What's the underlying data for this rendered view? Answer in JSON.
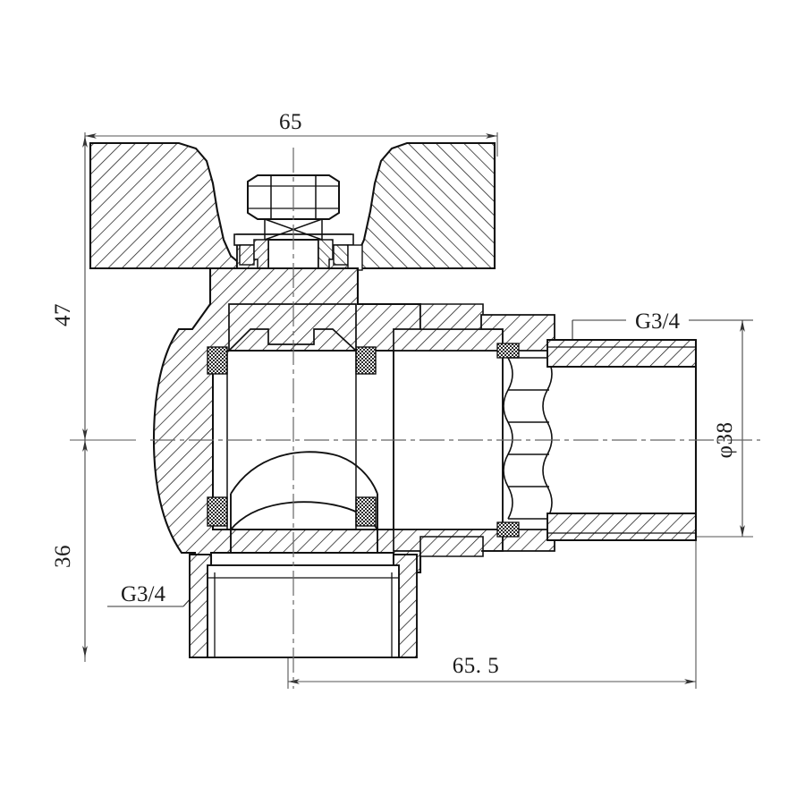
{
  "drawing": {
    "title": "Angle Ball Valve with Butterfly Handle",
    "type": "cross-section-assembly",
    "background_color": "#ffffff",
    "object_line_color": "#111111",
    "dimension_line_color": "#555555",
    "hatch_color": "#222222",
    "seal_fill_color": "#3a3a3a"
  },
  "dimensions": {
    "handle_width": {
      "value": "65",
      "orientation": "horizontal",
      "position": "top",
      "unit_implied": "mm"
    },
    "height_above_axis": {
      "value": "47",
      "orientation": "vertical-rotated",
      "position": "left-upper",
      "unit_implied": "mm"
    },
    "height_below_axis": {
      "value": "36",
      "orientation": "vertical-rotated",
      "position": "left-lower",
      "unit_implied": "mm"
    },
    "outlet_length": {
      "value": "65. 5",
      "orientation": "horizontal",
      "position": "bottom",
      "unit_implied": "mm"
    },
    "outlet_diameter": {
      "value": "φ38",
      "orientation": "vertical-rotated",
      "position": "right",
      "unit_implied": "mm"
    }
  },
  "labels": {
    "thread_outlet_right": {
      "text": "G3/4",
      "points_to": "right-horizontal-male-thread"
    },
    "thread_outlet_bottom": {
      "text": "G3/4",
      "points_to": "bottom-vertical-male-thread"
    }
  },
  "components": [
    {
      "name": "butterfly-handle-left-wing",
      "kind": "hatched-section"
    },
    {
      "name": "butterfly-handle-right-wing",
      "kind": "hatched-section"
    },
    {
      "name": "stem-hex-nut",
      "kind": "outline"
    },
    {
      "name": "valve-stem",
      "kind": "outline"
    },
    {
      "name": "stem-o-ring-seals",
      "kind": "stippled-seal"
    },
    {
      "name": "valve-body",
      "kind": "hatched-section"
    },
    {
      "name": "ball",
      "kind": "outline"
    },
    {
      "name": "ball-seat-seals",
      "kind": "stippled-seal"
    },
    {
      "name": "union-nut",
      "kind": "hatched-section"
    },
    {
      "name": "union-thread-profile",
      "kind": "thread-profile"
    },
    {
      "name": "outlet-pipe-right",
      "kind": "hatched-section"
    },
    {
      "name": "outlet-pipe-bottom",
      "kind": "hatched-section"
    },
    {
      "name": "horizontal-centerline",
      "kind": "centerline"
    },
    {
      "name": "vertical-centerline",
      "kind": "centerline"
    }
  ]
}
